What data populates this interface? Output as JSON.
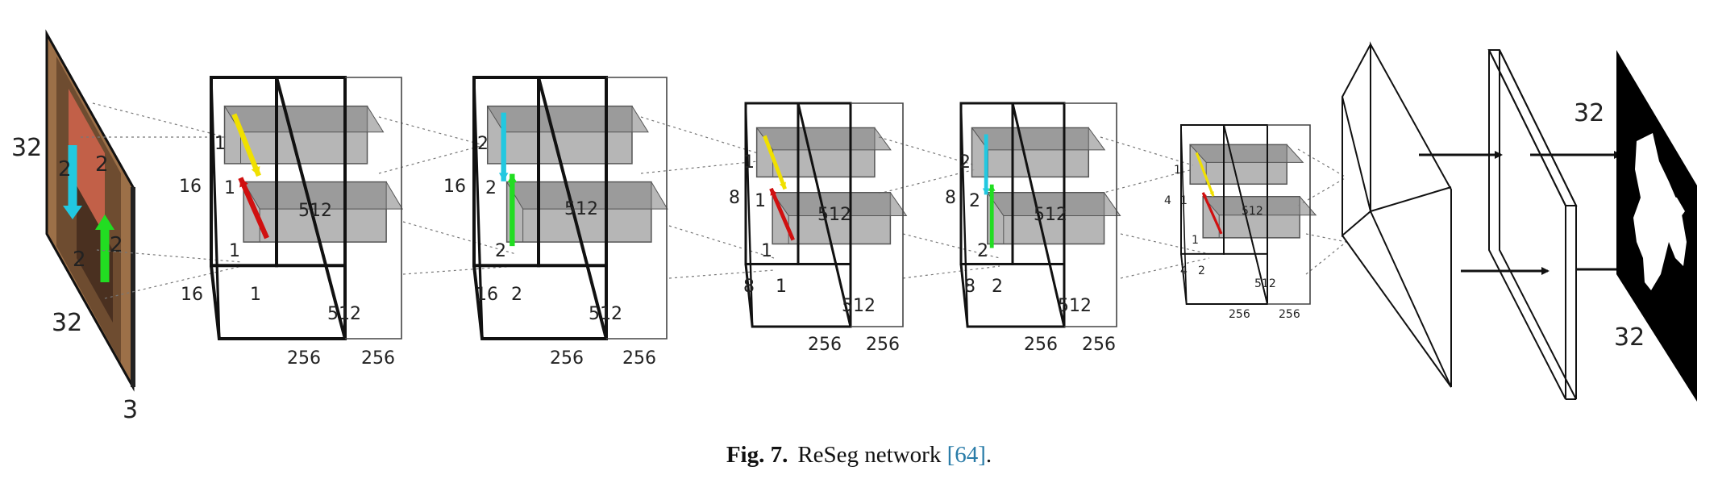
{
  "caption": {
    "label": "Fig. 7.",
    "text": "ReSeg network ",
    "ref": "[64]",
    "end": "."
  },
  "input": {
    "height": "32",
    "width": "32",
    "channels": "3",
    "arrow_label_1": "2",
    "arrow_label_2": "2",
    "arrow_label_3": "2",
    "arrow_label_4": "2"
  },
  "blocks": [
    {
      "side": "16",
      "side2": "16",
      "upper_small": "1",
      "upper_small2": "1",
      "lower_small": "1",
      "lower_small2": "1",
      "depth": "512",
      "depth2": "512",
      "w1": "256",
      "w2": "256"
    },
    {
      "side": "16",
      "side2": "16",
      "upper_small": "2",
      "upper_small2": "2",
      "lower_small": "2",
      "lower_small2": "2",
      "depth": "512",
      "depth2": "512",
      "w1": "256",
      "w2": "256"
    },
    {
      "side": "8",
      "side2": "8",
      "upper_small": "1",
      "upper_small2": "1",
      "lower_small": "1",
      "lower_small2": "1",
      "depth": "512",
      "depth2": "512",
      "w1": "256",
      "w2": "256"
    },
    {
      "side": "8",
      "side2": "8",
      "upper_small": "2",
      "upper_small2": "2",
      "lower_small": "2",
      "lower_small2": "2",
      "depth": "512",
      "depth2": "512",
      "w1": "256",
      "w2": "256"
    },
    {
      "side": "4",
      "side2": "4",
      "upper_small": "1",
      "upper_small2": "1",
      "lower_small": "1",
      "lower_small2": "2",
      "depth": "512",
      "depth2": "512",
      "w1": "256",
      "w2": "256"
    }
  ],
  "output": {
    "height": "32",
    "width": "32"
  },
  "colors": {
    "down": "#22c8e0",
    "up": "#22dd22",
    "right": "#f0e000",
    "left": "#d01010",
    "box": "#a9a9a9"
  }
}
